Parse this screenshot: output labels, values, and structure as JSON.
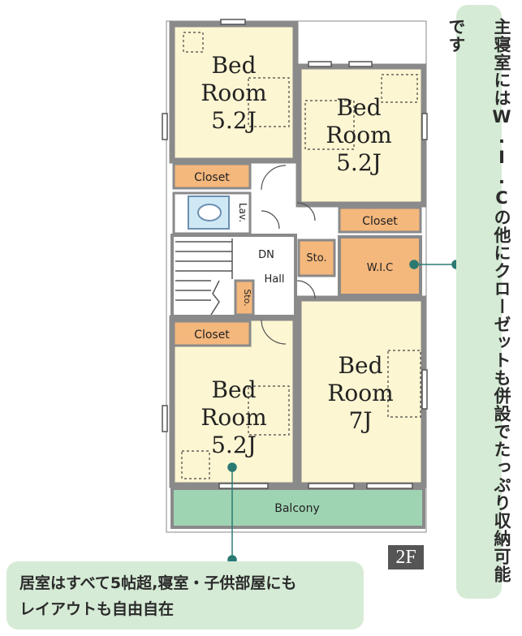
{
  "rooms": {
    "bed_top_left": {
      "line1": "Bed",
      "line2": "Room",
      "size": "5.2J"
    },
    "bed_top_right": {
      "line1": "Bed",
      "line2": "Room",
      "size": "5.2J"
    },
    "bed_bottom_left": {
      "line1": "Bed",
      "line2": "Room",
      "size": "5.2J"
    },
    "bed_bottom_right": {
      "line1": "Bed",
      "line2": "Room",
      "size": "7J"
    },
    "closet_1": "Closet",
    "closet_2": "Closet",
    "closet_3": "Closet",
    "wic": "W.I.C",
    "storage_1": "Sto.",
    "storage_2": "Sto.",
    "lavatory": "Lav.",
    "stairs_dn": "DN",
    "hall": "Hall",
    "balcony": "Balcony"
  },
  "floor_label": "2F",
  "notes": {
    "vertical": "主寝室にはW.I.Cの他にクローゼットも併設でたっぷり収納可能です",
    "horizontal_line1": "居室はすべて5帖超,寝室・子供部屋にも",
    "horizontal_line2": "レイアウトも自由自在"
  },
  "colors": {
    "room_fill": "#fdf6d2",
    "closet_fill": "#f4b77c",
    "balcony_fill": "#9fd4b3",
    "lav_fill": "#cfe8f5",
    "wall": "#8a8a8a",
    "callout_bg": "#d6ebd6",
    "leader": "#2a7a72"
  }
}
